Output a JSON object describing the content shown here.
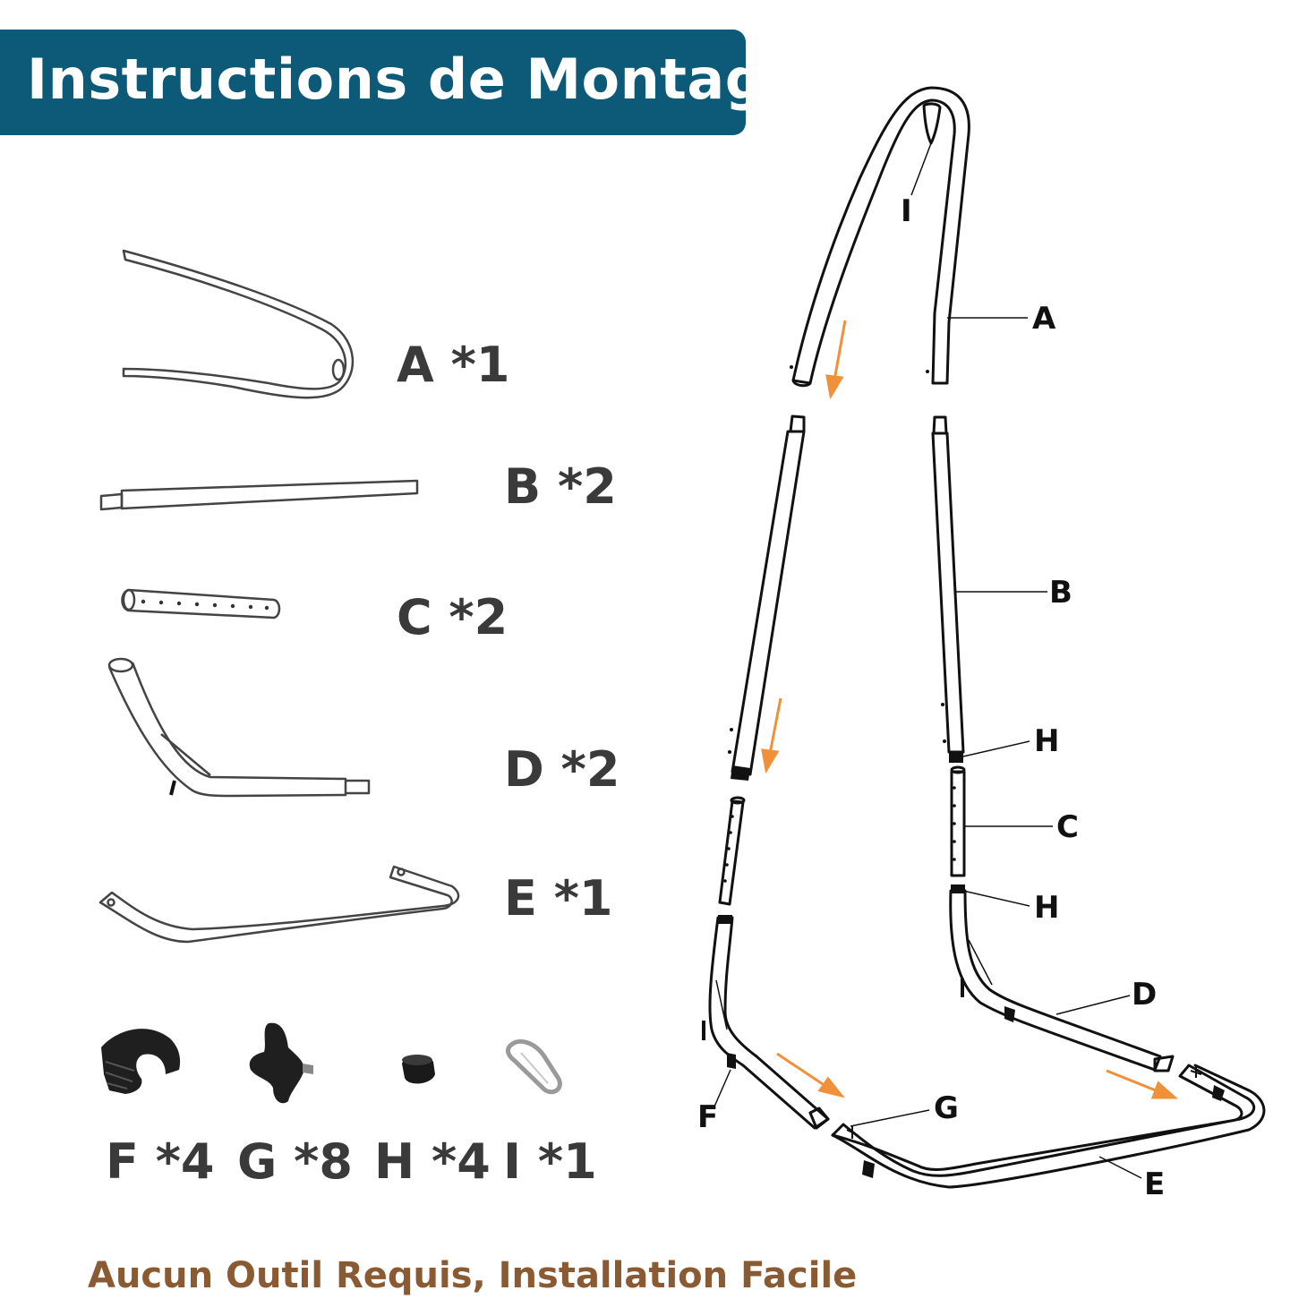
{
  "title": "Instructions de Montage",
  "footer": "Aucun Outil Requis, Installation Facile",
  "colors": {
    "banner": "#0c5a78",
    "footer_text": "#8a5a32",
    "arrow": "#f0913a"
  },
  "parts": [
    {
      "letter": "A",
      "label": "A *1"
    },
    {
      "letter": "B",
      "label": "B *2"
    },
    {
      "letter": "C",
      "label": "C *2"
    },
    {
      "letter": "D",
      "label": "D *2"
    },
    {
      "letter": "E",
      "label": "E *1"
    },
    {
      "letter": "F",
      "label": "F *4"
    },
    {
      "letter": "G",
      "label": "G *8"
    },
    {
      "letter": "H",
      "label": "H *4"
    },
    {
      "letter": "I",
      "label": "I *1"
    }
  ],
  "callouts": [
    "I",
    "A",
    "B",
    "H",
    "C",
    "H",
    "D",
    "G",
    "F",
    "E"
  ]
}
